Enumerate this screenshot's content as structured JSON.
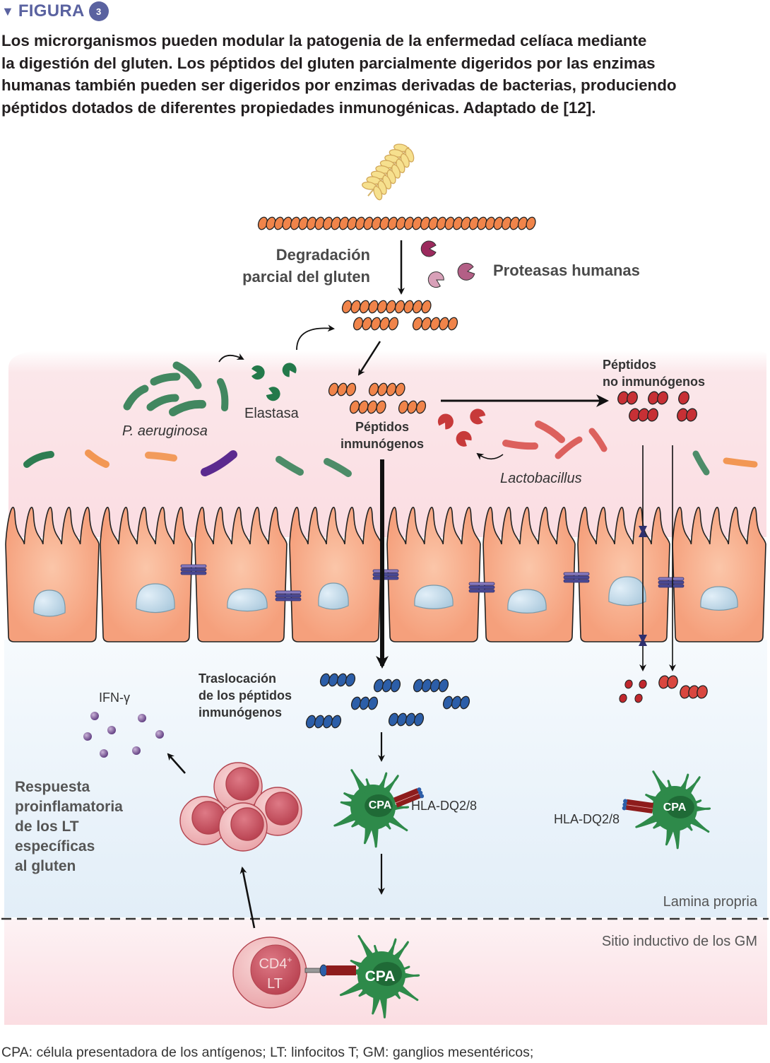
{
  "header": {
    "marker_icon": "triangle-down-icon",
    "figure_label": "FIGURA",
    "figure_number": "3"
  },
  "caption": "Los microrganismos pueden modular la patogenia de la enfermedad celíaca mediante\nla digestión del gluten. Los péptidos del gluten parcialmente digeridos por las enzimas\nhumanas también pueden ser digeridos por enzimas derivadas de bacterias, produciendo\npéptidos dotados de diferentes propiedades inmunogénicas. Adaptado de [12].",
  "diagram": {
    "labels": {
      "degradation_line1": "Degradación",
      "degradation_line2": "parcial del gluten",
      "human_proteases": "Proteasas humanas",
      "elastase": "Elastasa",
      "p_aeruginosa": "P. aeruginosa",
      "immunogenic_line1": "Péptidos",
      "immunogenic_line2": "inmunógenos",
      "non_immunogenic_line1": "Péptidos",
      "non_immunogenic_line2": "no inmunógenos",
      "lactobacillus": "Lactobacillus",
      "translocation_line1": "Traslocación",
      "translocation_line2": "de los péptidos",
      "translocation_line3": "inmunógenos",
      "ifn": "IFN-γ",
      "response_line1": "Respuesta",
      "response_line2": "proinflamatoria",
      "response_line3": "de los LT",
      "response_line4": "específicas",
      "response_line5": "al gluten",
      "hla_left": "HLA-DQ2/8",
      "hla_right": "HLA-DQ2/8",
      "cpa": "CPA",
      "cd4": "CD4",
      "cd4_sup": "+",
      "lt": "LT",
      "lamina_propria": "Lamina propria",
      "inductive_site": "Sitio inductivo de los GM"
    },
    "colors": {
      "accent": "#5a62a0",
      "gluten": "#f0844a",
      "immunogenic_translocated": "#2c5ea8",
      "non_immunogenic": "#c0282d",
      "cell": "#f5a07c",
      "nucleus": "#bcd6e6",
      "junction": "#4b4a94",
      "apc": "#2e8a4a",
      "t_cell": "#d9606e",
      "ifn": "#6a4a8a",
      "lumen_bg": "#fbe1e4",
      "lamina_bg": "#e6f0f8"
    }
  },
  "footnote": "CPA: célula presentadora de los antígenos; LT: linfocitos T; GM: ganglios mesentéricos;"
}
